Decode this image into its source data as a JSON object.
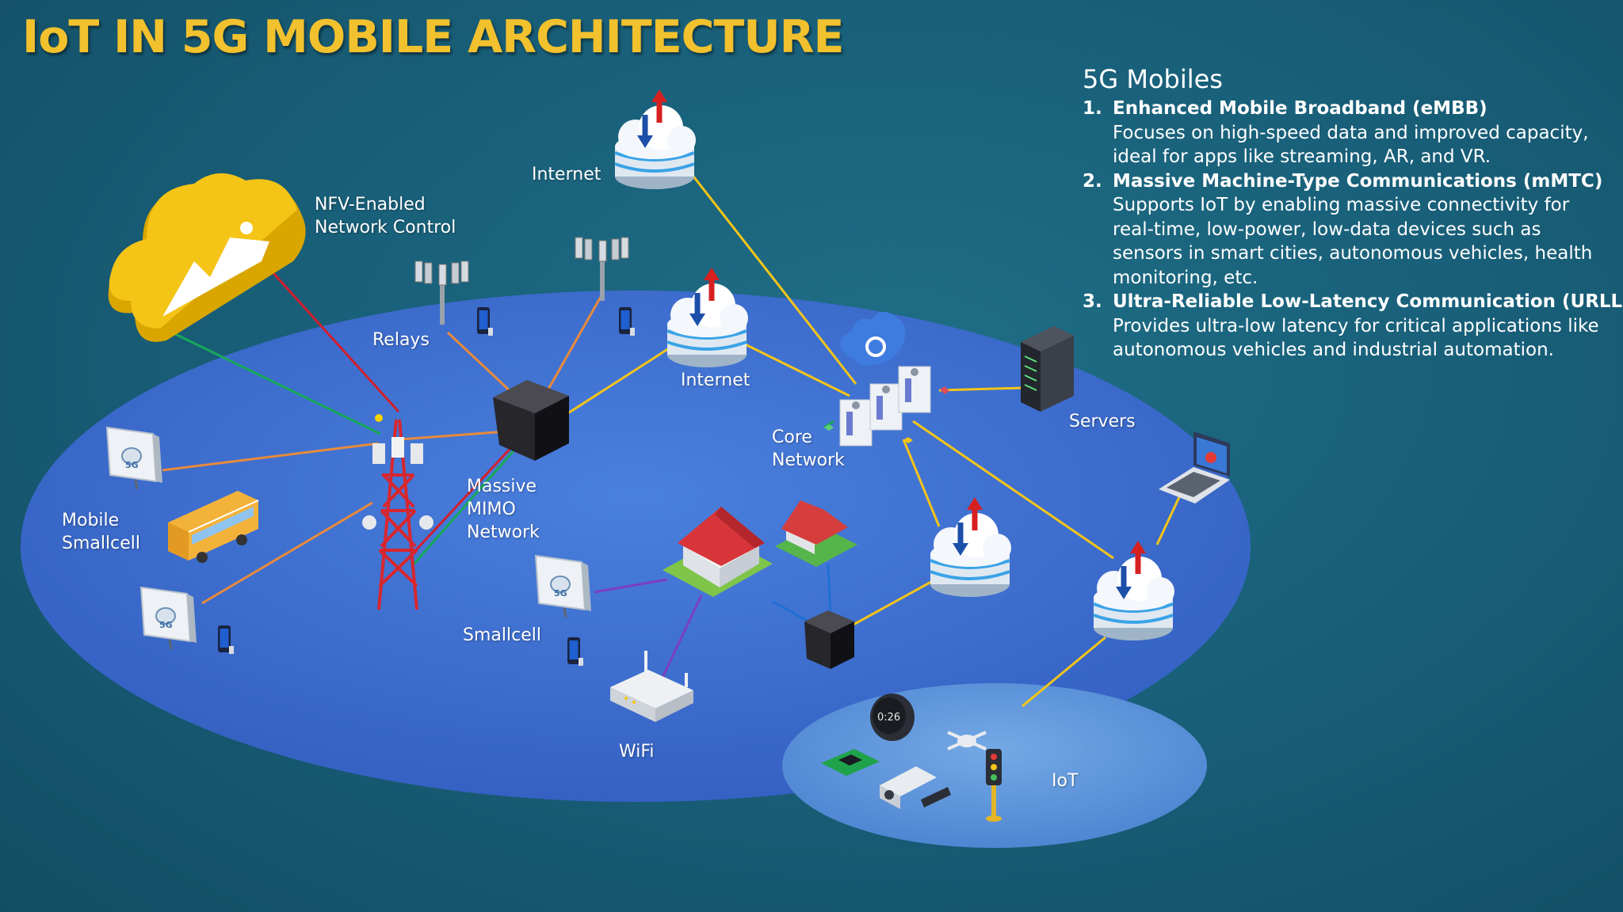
{
  "title": "IoT IN 5G MOBILE ARCHITECTURE",
  "labels": {
    "nfv": [
      "NFV-Enabled",
      "Network Control"
    ],
    "internet_top": "Internet",
    "relays": "Relays",
    "internet_mid": "Internet",
    "core_network": [
      "Core",
      "Network"
    ],
    "servers": "Servers",
    "massive_mimo": [
      "Massive",
      "MIMO",
      "Network"
    ],
    "mobile_smallcell": [
      "Mobile",
      "Smallcell"
    ],
    "smallcell": "Smallcell",
    "wifi": "WiFi",
    "iot": "IoT"
  },
  "info": {
    "heading": "5G Mobiles",
    "items": [
      {
        "number": "1.",
        "title": "Enhanced Mobile Broadband (eMBB)",
        "desc": "Focuses on high-speed data and improved capacity, ideal for apps like streaming, AR, and VR."
      },
      {
        "number": "2.",
        "title": "Massive Machine-Type Communications (mMTC)",
        "desc": "Supports IoT by enabling massive connectivity for real-time, low-power, low-data devices such as sensors in smart cities, autonomous vehicles, health monitoring, etc."
      },
      {
        "number": "3.",
        "title": "Ultra-Reliable Low-Latency Communication (URLLC)",
        "desc": "Provides ultra-low latency for critical applications like autonomous vehicles and industrial automation."
      }
    ]
  },
  "badge_5g": "5G",
  "clock_display": "0:26",
  "colors": {
    "title": "#f2c12e",
    "background": "#19607a",
    "platform": "#3a6ecf",
    "iot_platform": "#5b92d9",
    "link_yellow": "#f5c518",
    "link_orange": "#e98a3c",
    "link_red": "#d21f2c",
    "link_green": "#18a85a",
    "link_purple": "#7b3fc0",
    "link_blue": "#1f6fd6"
  }
}
